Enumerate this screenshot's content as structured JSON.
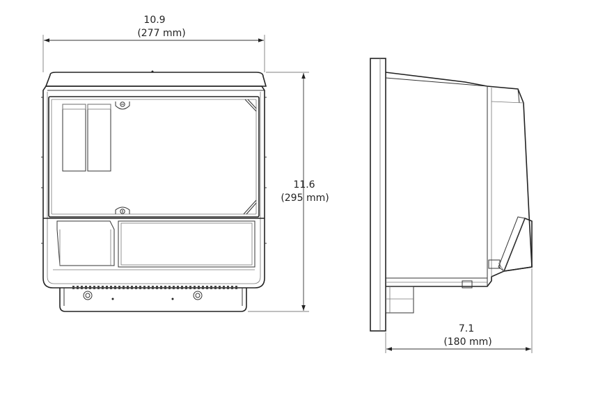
{
  "dimensions": {
    "width_in": "10.9",
    "width_mm": "(277 mm)",
    "height_in": "11.6",
    "height_mm": "(295 mm)",
    "depth_in": "7.1",
    "depth_mm": "(180 mm)"
  },
  "colors": {
    "line": "#222222",
    "face": "#f8f8f8",
    "panel": "#efefef"
  }
}
